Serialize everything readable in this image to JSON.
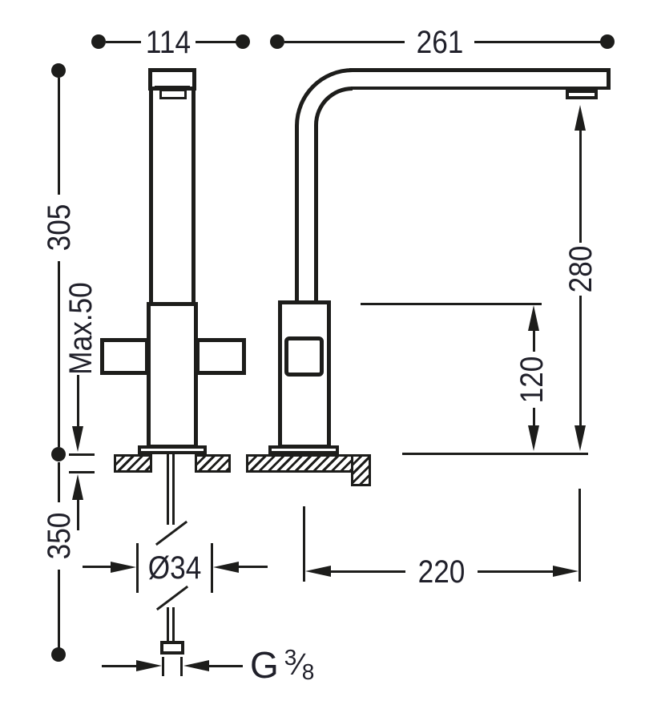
{
  "colors": {
    "ink": "#1d1d1b",
    "text": "#20202a",
    "background": "#ffffff"
  },
  "labels": {
    "front_width": "114",
    "spout_length": "261",
    "front_height": "305",
    "deck_max_thickness": "Max.50",
    "hose_length": "350",
    "hole_diameter": "Ø34",
    "outlet_height": "280",
    "body_height": "120",
    "spout_reach": "220",
    "thread_letter": "G",
    "thread_numerator": "3",
    "thread_slash": "⁄",
    "thread_denominator": "8"
  }
}
